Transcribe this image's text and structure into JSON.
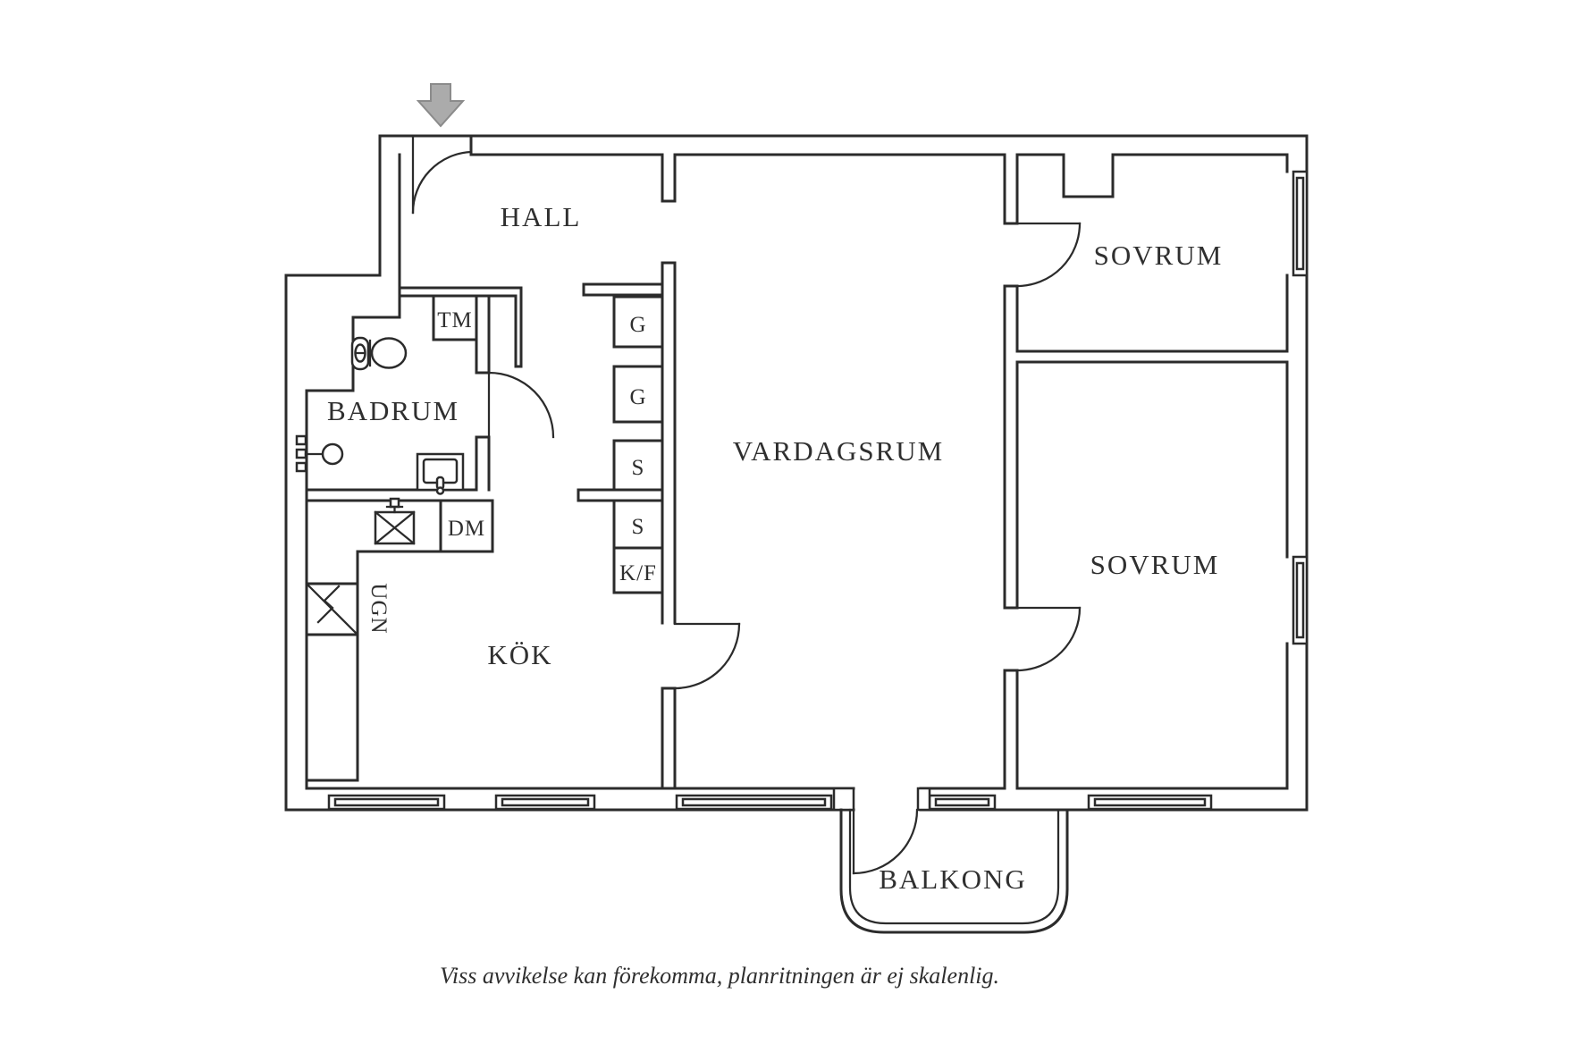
{
  "plan": {
    "title_hint": "apartment floor plan",
    "rooms": {
      "hall": "HALL",
      "badrum": "BADRUM",
      "kok": "KÖK",
      "vardagsrum": "VARDAGSRUM",
      "sovrum_top": "SOVRUM",
      "sovrum_bottom": "SOVRUM",
      "balkong": "BALKONG"
    },
    "fixtures": {
      "tm": "TM",
      "dm": "DM",
      "ugn": "UGN",
      "g1": "G",
      "g2": "G",
      "s1": "S",
      "s2": "S",
      "kf": "K/F"
    },
    "caption": "Viss avvikelse kan förekomma, planritningen är ej skalenlig.",
    "colors": {
      "line": "#2b2b2b",
      "entry_arrow": "#ababab",
      "background": "#ffffff",
      "text": "#2f2f2f"
    }
  }
}
